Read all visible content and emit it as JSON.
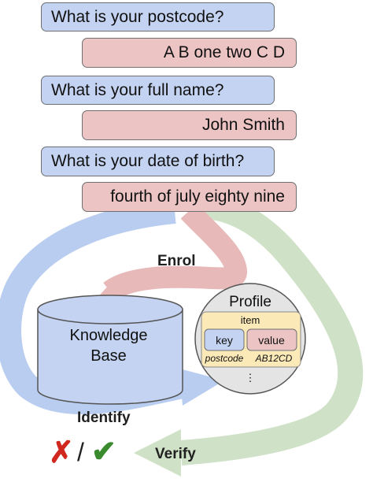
{
  "dialogue": [
    {
      "role": "question",
      "text": "What is your postcode?"
    },
    {
      "role": "answer",
      "text": "A B one two C D"
    },
    {
      "role": "question",
      "text": "What is your full name?"
    },
    {
      "role": "answer",
      "text": "John Smith"
    },
    {
      "role": "question",
      "text": "What is your date of birth?"
    },
    {
      "role": "answer",
      "text": "fourth of july eighty nine"
    }
  ],
  "flows": {
    "enrol": {
      "label": "Enrol",
      "color": "#e8b9b9"
    },
    "identify": {
      "label": "Identify",
      "color": "#b9cdf0"
    },
    "verify": {
      "label": "Verify",
      "color": "#cfe1c6"
    }
  },
  "knowledge_base": {
    "line1": "Knowledge",
    "line2": "Base",
    "color": "#c4d3f1"
  },
  "profile": {
    "title": "Profile",
    "item_label": "item",
    "key_label": "key",
    "value_label": "value",
    "example_key": "postcode",
    "example_value": "AB12CD",
    "more_indicator": "⋮"
  },
  "result": {
    "reject_symbol": "✗",
    "separator": "/",
    "accept_symbol": "✔",
    "reject_color": "#d0281e",
    "accept_color": "#3a8a2e"
  },
  "colors": {
    "question_fill": "#c4d3f1",
    "answer_fill": "#ecc4c4",
    "item_fill": "#fbe9b8",
    "profile_fill": "#e4e4e4"
  }
}
